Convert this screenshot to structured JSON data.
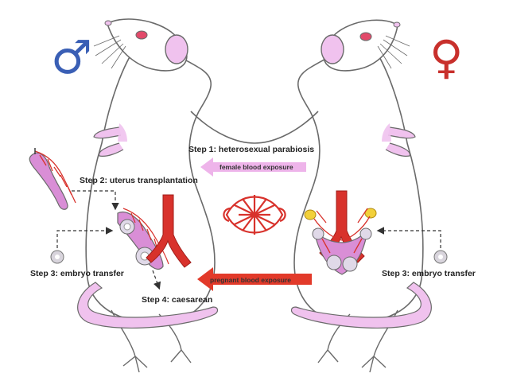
{
  "symbols": {
    "male": "♂",
    "female": "♀",
    "male_color": "#3a5fb5",
    "female_color": "#c8302c"
  },
  "labels": {
    "step1": "Step 1: heterosexual parabiosis",
    "female_blood": "female blood exposure",
    "step2": "Step 2: uterus transplantation",
    "step3_left": "Step 3: embryo transfer",
    "step3_right": "Step 3: embryo transfer",
    "step4": "Step 4: caesarean",
    "pregnant_blood": "pregnant blood exposure"
  },
  "colors": {
    "outline": "#6a6a6a",
    "pink": "#f0c2ee",
    "pink_dark": "#d98ed6",
    "vessel": "#d8322c",
    "arrow_light": "#eeb4ea",
    "arrow_red": "#e23a2a"
  },
  "icons": [
    "male-symbol-icon",
    "female-symbol-icon",
    "embryo-icon",
    "blood-vessel-icon"
  ]
}
